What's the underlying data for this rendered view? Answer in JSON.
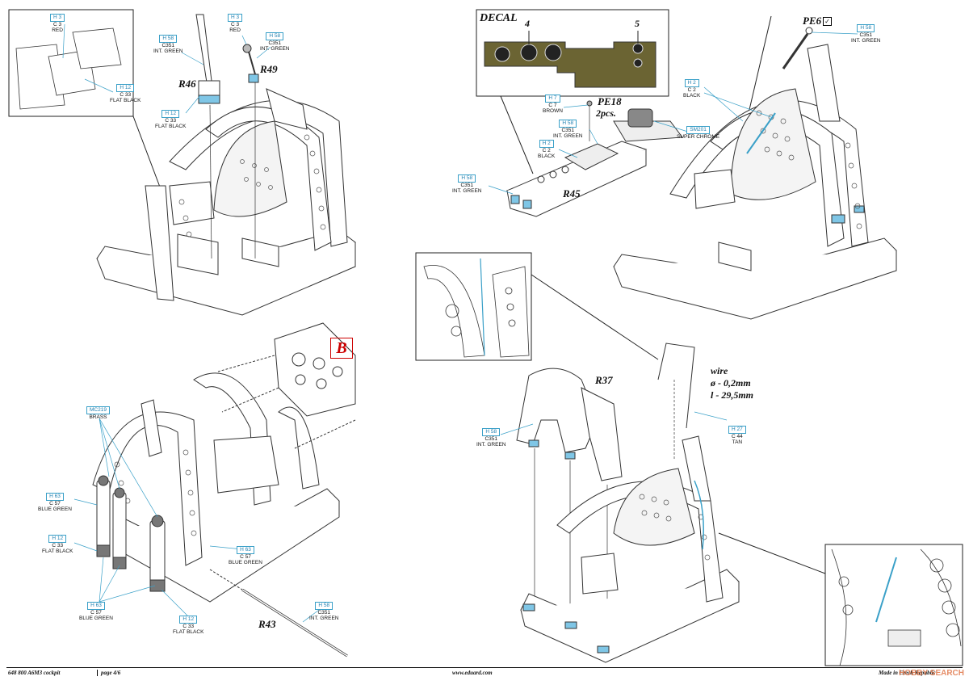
{
  "callouts": [
    {
      "h": "H 3",
      "c": "C 3",
      "n": "RED"
    },
    {
      "h": "H 58",
      "c": "C351",
      "n": "INT. GREEN"
    },
    {
      "h": "H 3",
      "c": "C 3",
      "n": "RED"
    },
    {
      "h": "H 58",
      "c": "C351",
      "n": "INT. GREEN"
    },
    {
      "h": "H 12",
      "c": "C 33",
      "n": "FLAT BLACK"
    },
    {
      "h": "H 12",
      "c": "C 33",
      "n": "FLAT BLACK"
    },
    {
      "h": "H 7",
      "c": "C 7",
      "n": "BROWN"
    },
    {
      "h": "H 58",
      "c": "C351",
      "n": "INT. GREEN"
    },
    {
      "h": "H 2",
      "c": "C 2",
      "n": "BLACK"
    },
    {
      "h": "H 58",
      "c": "C351",
      "n": "INT. GREEN"
    },
    {
      "h": "SM201",
      "c": "",
      "n": "SUPER CHROME"
    },
    {
      "h": "H 2",
      "c": "C 2",
      "n": "BLACK"
    },
    {
      "h": "H 58",
      "c": "C351",
      "n": "INT. GREEN"
    },
    {
      "h": "MC219",
      "c": "",
      "n": "BRASS"
    },
    {
      "h": "H 63",
      "c": "C 57",
      "n": "BLUE GREEN"
    },
    {
      "h": "H 12",
      "c": "C 33",
      "n": "FLAT BLACK"
    },
    {
      "h": "H 63",
      "c": "C 57",
      "n": "BLUE GREEN"
    },
    {
      "h": "H 63",
      "c": "C 57",
      "n": "BLUE GREEN"
    },
    {
      "h": "H 12",
      "c": "C 33",
      "n": "FLAT BLACK"
    },
    {
      "h": "H 58",
      "c": "C351",
      "n": "INT. GREEN"
    },
    {
      "h": "H 58",
      "c": "C351",
      "n": "INT. GREEN"
    },
    {
      "h": "H 27",
      "c": "C 44",
      "n": "TAN"
    }
  ],
  "parts": {
    "r46": "R46",
    "r49": "R49",
    "r45": "R45",
    "r37": "R37",
    "r43": "R43",
    "pe18": "PE18",
    "pe18_qty": "2pcs.",
    "pe6": "PE6",
    "pe6_check": "✓"
  },
  "decal": {
    "title": "DECAL",
    "n4": "4",
    "n5": "5"
  },
  "b_marker": "B",
  "wire": {
    "label": "wire",
    "dia": "ø - 0,2mm",
    "len": "l - 29,5mm"
  },
  "footer": {
    "code": "648 800  A6M3  cockpit",
    "page": "page 4/6",
    "site": "www.eduard.com",
    "made": "Made in Czech Republic"
  },
  "watermark": "HOBBY SEARCH",
  "colors": {
    "callout_border": "#3aa0c8",
    "callout_text": "#1f7fb0",
    "accent_blue": "#7fc6e6",
    "decal_bg": "#6b6433",
    "b_red": "#c00"
  }
}
